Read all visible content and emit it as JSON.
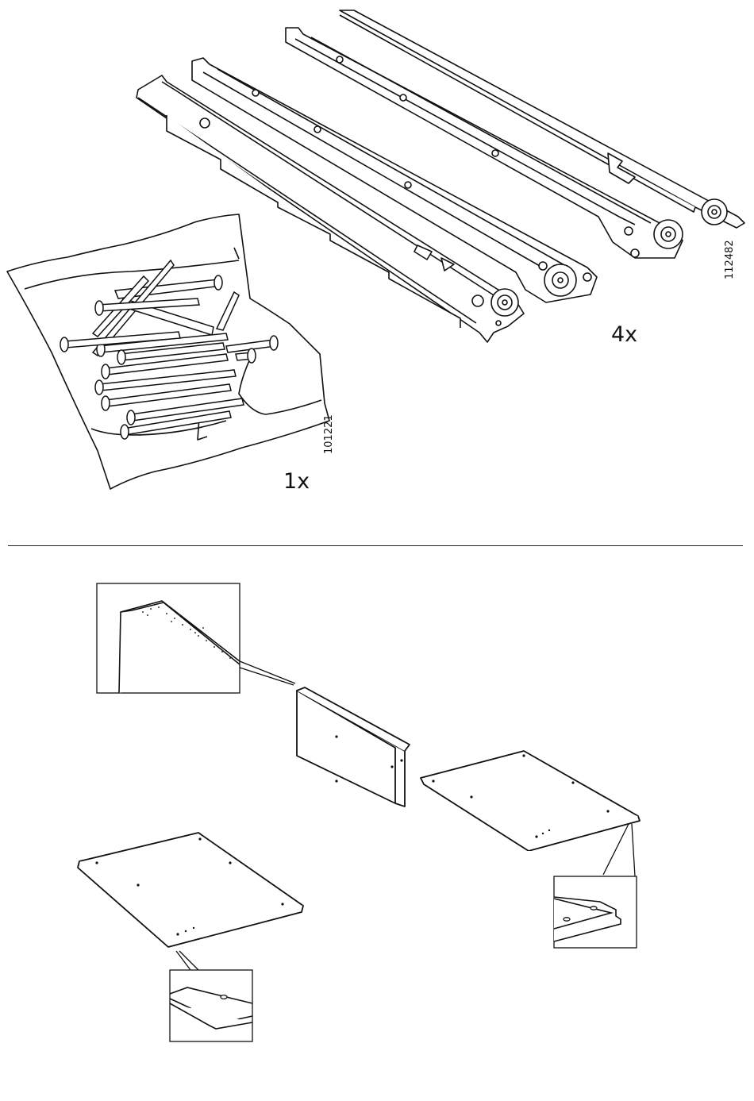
{
  "page": {
    "section_top": {
      "nails_bag": {
        "quantity": "1x",
        "part_number": "101221"
      },
      "drawer_runners": {
        "quantity": "4x",
        "part_number": "112482"
      }
    },
    "section_bottom": {
      "panels": [
        "vertical-panel",
        "horizontal-panel-left",
        "horizontal-panel-right"
      ],
      "details": [
        "edge-detail-laminate",
        "edge-detail-groove-left",
        "edge-detail-groove-right"
      ]
    }
  }
}
